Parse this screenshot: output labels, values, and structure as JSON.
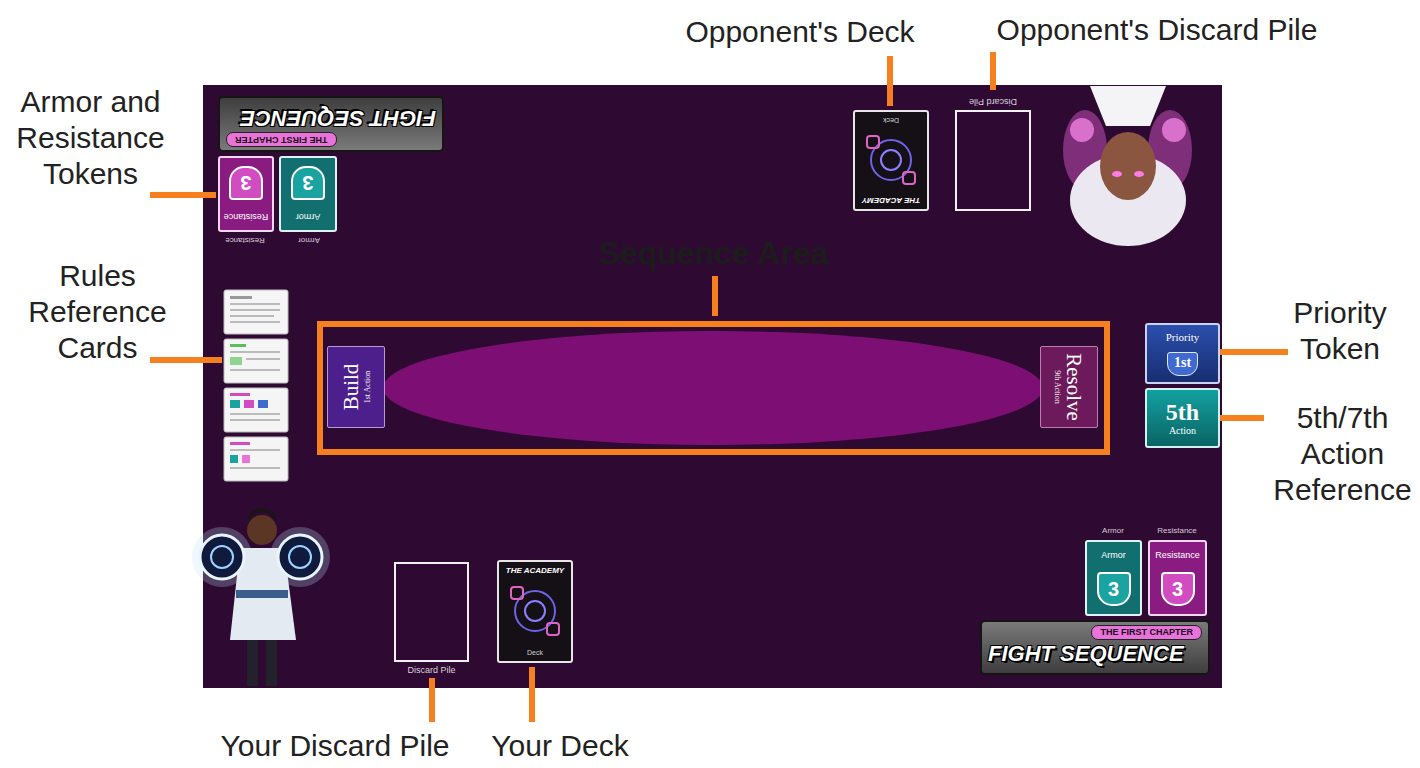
{
  "diagram": {
    "nodes": [
      {
        "text": [
          "THE FIRST CHAPTER",
          "FIGHT SEQUENCE"
        ]
      },
      {
        "text": [
          "Resistance",
          "3"
        ]
      },
      {
        "text": [
          "Armor",
          "3"
        ]
      },
      {
        "text": [
          "THE ACADEMY",
          "Deck"
        ]
      },
      {
        "text": [
          "Discard Pile"
        ]
      },
      {
        "text": [
          "Sequence Area"
        ]
      },
      {
        "text": [
          "Build",
          "1st Action"
        ],
        "in": 5
      },
      {
        "text": [
          "Resolve",
          "9th Action"
        ],
        "in": 5
      },
      {
        "text": [
          "Priority",
          "1st"
        ]
      },
      {
        "text": [
          "5th",
          "Action"
        ]
      },
      {
        "text": [
          "Armor",
          "3"
        ]
      },
      {
        "text": [
          "Resistance",
          "3"
        ]
      },
      {
        "text": [
          "Discard Pile"
        ]
      },
      {
        "text": [
          "THE ACADEMY",
          "Deck"
        ]
      },
      {
        "text": [
          "THE FIRST CHAPTER",
          "FIGHT SEQUENCE"
        ]
      }
    ],
    "labels": [
      "Opponent's Deck",
      "Opponent's Discard Pile",
      "Armor and Resistance Tokens",
      "Rules Reference Cards",
      "Priority Token",
      "5th/7th Action Reference",
      "Your Discard Pile",
      "Your Deck",
      "Resistance",
      "Armor",
      "Armor",
      "Resistance"
    ]
  }
}
